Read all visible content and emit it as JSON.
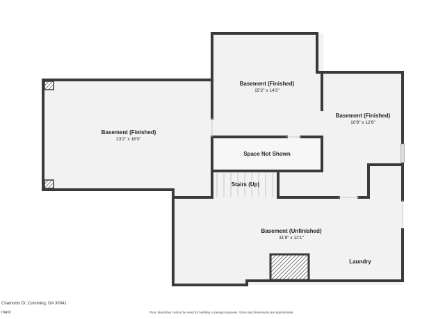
{
  "colors": {
    "wall": "#3a3a3a",
    "floor": "#f2f2f2",
    "background": "#ffffff",
    "hatch": "#555555"
  },
  "rooms": {
    "basement_left": {
      "name": "Basement (Finished)",
      "dim": "23'2\" x 16'0\""
    },
    "basement_top": {
      "name": "Basement (Finished)",
      "dim": "15'2\" x 14'2\""
    },
    "basement_right": {
      "name": "Basement (Finished)",
      "dim": "10'8\" x 12'6\""
    },
    "space_not_shown": {
      "name": "Space Not Shown"
    },
    "stairs": {
      "name": "Stairs (Up)"
    },
    "basement_unfinished": {
      "name": "Basement (Unfinished)",
      "dim": "31'8\" x 12'1\""
    },
    "laundry": {
      "name": "Laundry"
    }
  },
  "footer": {
    "address": "Chamonix Dr, Cumming, GA 30041",
    "fragment": "ment",
    "disclaimer": "Floor plans/tour cannot be used for building or design purposes. Sizes and dimensions are approximate."
  }
}
